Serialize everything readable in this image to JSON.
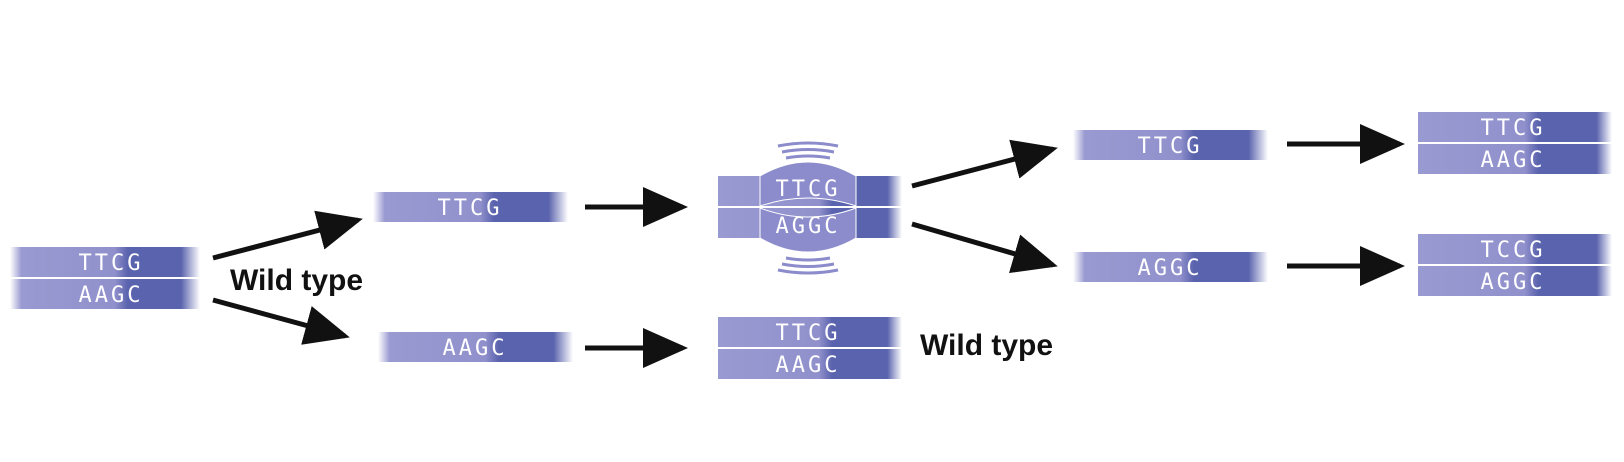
{
  "parent": {
    "top": "TTCG",
    "bottom": "AAGC",
    "label": "Wild type"
  },
  "replicated": {
    "top": "TTCG",
    "bottom": "AAGC"
  },
  "mismatch": {
    "top": "TTCG",
    "bottom": "AGGC"
  },
  "wild_type_product": {
    "top": "TTCG",
    "bottom": "AAGC",
    "label": "Wild type"
  },
  "separated": {
    "top": "TTCG",
    "bottom": "AGGC"
  },
  "outcomes": {
    "top": {
      "top": "TTCG",
      "bottom": "AAGC"
    },
    "bottom": {
      "top": "TCCG",
      "bottom": "AGGC"
    }
  },
  "colors": {
    "strand": "#8c8ccc",
    "strand_dark": "#5a63ad",
    "divider": "#ffffff",
    "arrow": "#111111"
  }
}
